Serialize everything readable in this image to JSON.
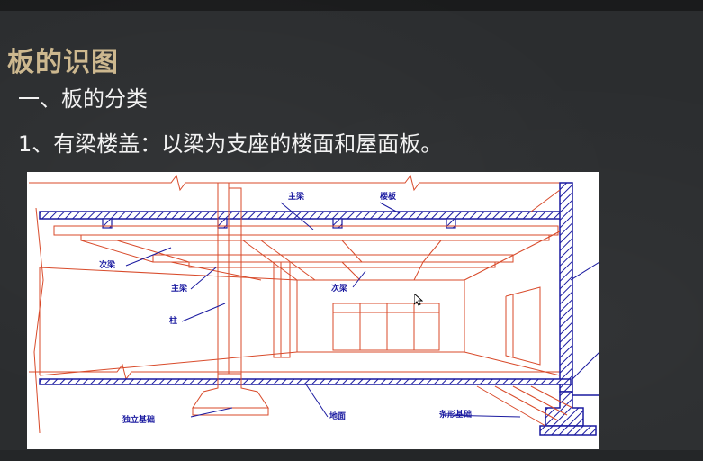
{
  "slide": {
    "title": "板的识图",
    "heading": "一、板的分类",
    "point": "1、有梁楼盖：以梁为支座的楼面和屋面板。"
  },
  "figure": {
    "labels": {
      "main_beam_top": "主梁",
      "slab": "楼板",
      "secondary_beam_left": "次梁",
      "main_beam_left": "主梁",
      "column": "柱",
      "secondary_beam_mid": "次梁",
      "isolated_footing": "独立基础",
      "ground": "地面",
      "strip_footing": "条形基础"
    }
  },
  "colors": {
    "background": "#2b2d2f",
    "title": "#cdb88f",
    "text": "#f2f2f2",
    "drawing_red": "#d84a2a",
    "drawing_blue": "#1a1aa0"
  }
}
